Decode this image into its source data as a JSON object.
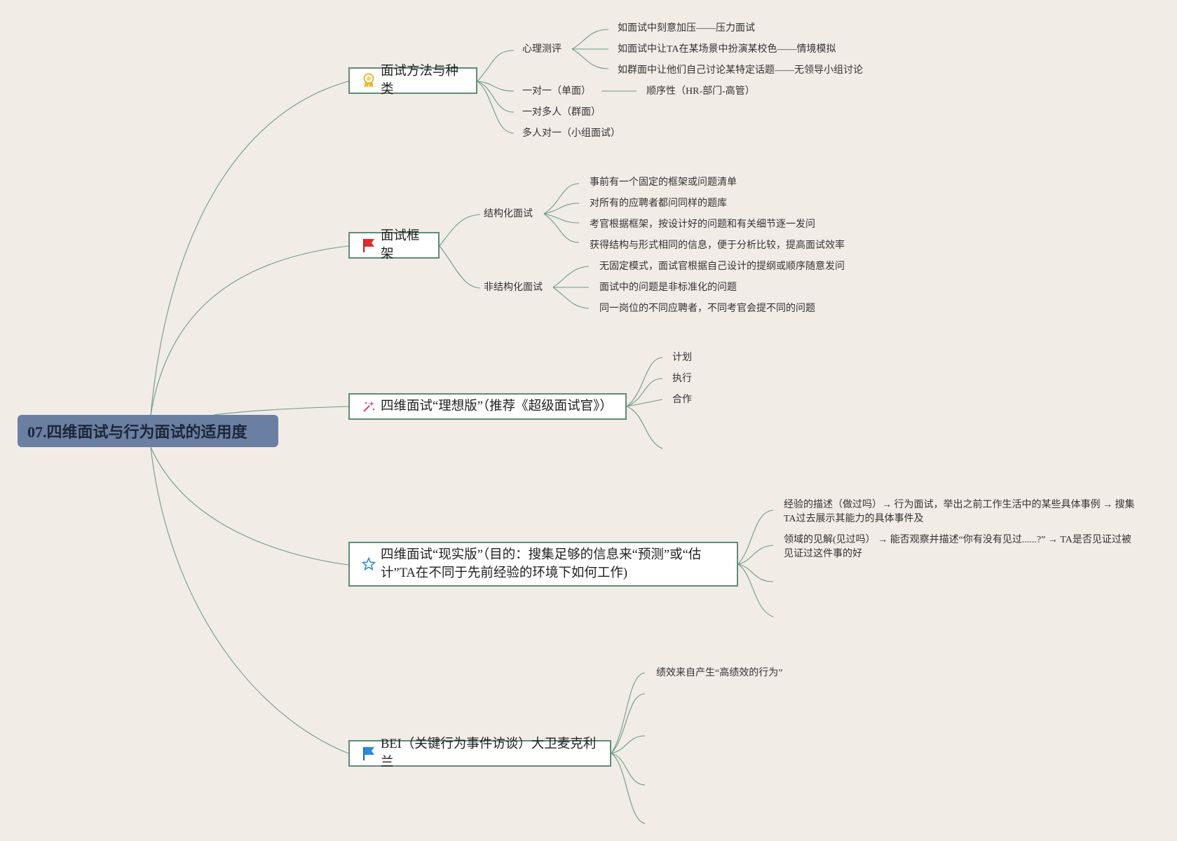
{
  "root": {
    "title": "07.四维面试与行为面试的适用度"
  },
  "colors": {
    "background": "#f1ece6",
    "root_fill": "#6a7fa2",
    "connector": "#6f9a86",
    "node_border": "#5f8c78"
  },
  "branches": [
    {
      "label": "面试方法与种类",
      "icon": "award-ribbon-icon",
      "children": [
        {
          "label": "心理测评",
          "children": [
            "如面试中刻意加压——压力面试",
            "如面试中让TA在某场景中扮演某校色——情境模拟",
            "如群面中让他们自己讨论某特定话题——无领导小组讨论"
          ]
        },
        {
          "label": "一对一（单面）",
          "children": [
            "顺序性（HR-部门-高管）"
          ]
        },
        {
          "label": "一对多人（群面）"
        },
        {
          "label": "多人对一（小组面试）"
        }
      ]
    },
    {
      "label": "面试框架",
      "icon": "red-flag-icon",
      "children": [
        {
          "label": "结构化面试",
          "children": [
            "事前有一个固定的框架或问题清单",
            "对所有的应聘者都问同样的题库",
            "考官根据框架，按设计好的问题和有关细节逐一发问",
            "获得结构与形式相同的信息，便于分析比较，提高面试效率"
          ]
        },
        {
          "label": "非结构化面试",
          "children": [
            "无固定模式，面试官根据自己设计的提纲或顺序随意发问",
            "面试中的问题是非标准化的问题",
            "同一岗位的不同应聘者，不同考官会提不同的问题"
          ]
        }
      ]
    },
    {
      "label": "四维面试“理想版”（推荐《超级面试官》）",
      "icon": "sparkle-wand-icon",
      "children": [
        {
          "label": "计划"
        },
        {
          "label": "执行"
        },
        {
          "label": "合作"
        },
        {
          "label": ""
        }
      ]
    },
    {
      "label": "四维面试“现实版”（目的：搜集足够的信息来“预测”或“估计”TA在不同于先前经验的环境下如何工作)",
      "icon": "star-outline-icon",
      "children": [
        {
          "label": "经验的描述（做过吗）→ 行为面试，举出之前工作生活中的某些具体事例 → 搜集TA过去展示其能力的具体事件及"
        },
        {
          "label": "领域的见解(见过吗） → 能否观察并描述“你有没有见过......?” → TA是否见证过被见证过这件事的好"
        },
        {
          "label": ""
        },
        {
          "label": ""
        }
      ]
    },
    {
      "label": "BEI（关键行为事件访谈）大卫麦克利兰",
      "icon": "blue-flag-icon",
      "children": [
        {
          "label": "绩效来自产生“高绩效的行为”"
        },
        {
          "label": ""
        },
        {
          "label": ""
        },
        {
          "label": ""
        },
        {
          "label": ""
        }
      ]
    }
  ]
}
